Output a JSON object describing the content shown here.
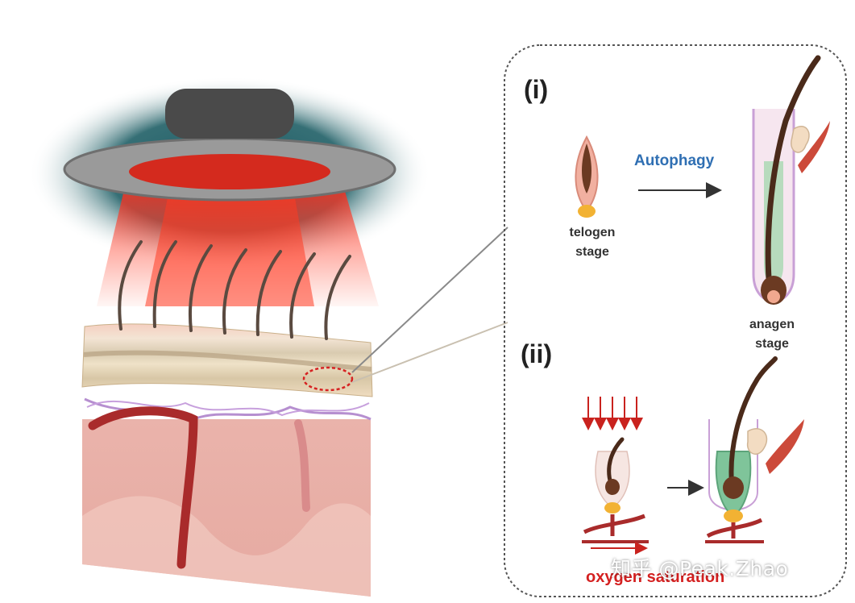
{
  "panel_i": {
    "label": "(i)",
    "process": "Autophagy",
    "from_stage": [
      "telogen",
      "stage"
    ],
    "to_stage": [
      "anagen",
      "stage"
    ]
  },
  "panel_ii": {
    "label": "(ii)",
    "caption": "oxygen saturation"
  },
  "watermark": "知乎 @Peak.Zhao",
  "colors": {
    "light": "#e8261a",
    "autophagy_text": "#2f6fb3",
    "skin": "#e9b9ae",
    "blood_vessel": "#a92b2b",
    "hair": "#4a2a1a",
    "follicle_green": "#a8d8b0",
    "bulb_yellow": "#f2b233",
    "caption_red": "#d42020"
  }
}
